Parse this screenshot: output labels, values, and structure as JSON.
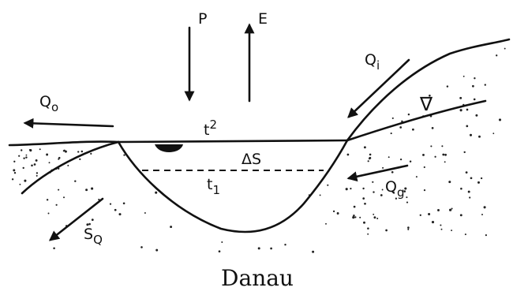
{
  "labels": {
    "precipitation": "P",
    "evaporation": "E",
    "outflow": "Q",
    "outflow_sub": "o",
    "inflow": "Q",
    "inflow_sub": "i",
    "groundwater_in": "Q",
    "groundwater_in_sub": "g",
    "seepage": "S",
    "seepage_sub": "Q",
    "storage_change": "ΔS",
    "time_2": "t",
    "time_2_sub": "2",
    "time_1": "t",
    "time_1_sub": "1",
    "water_table_symbol": "∇",
    "caption": "Danau"
  }
}
